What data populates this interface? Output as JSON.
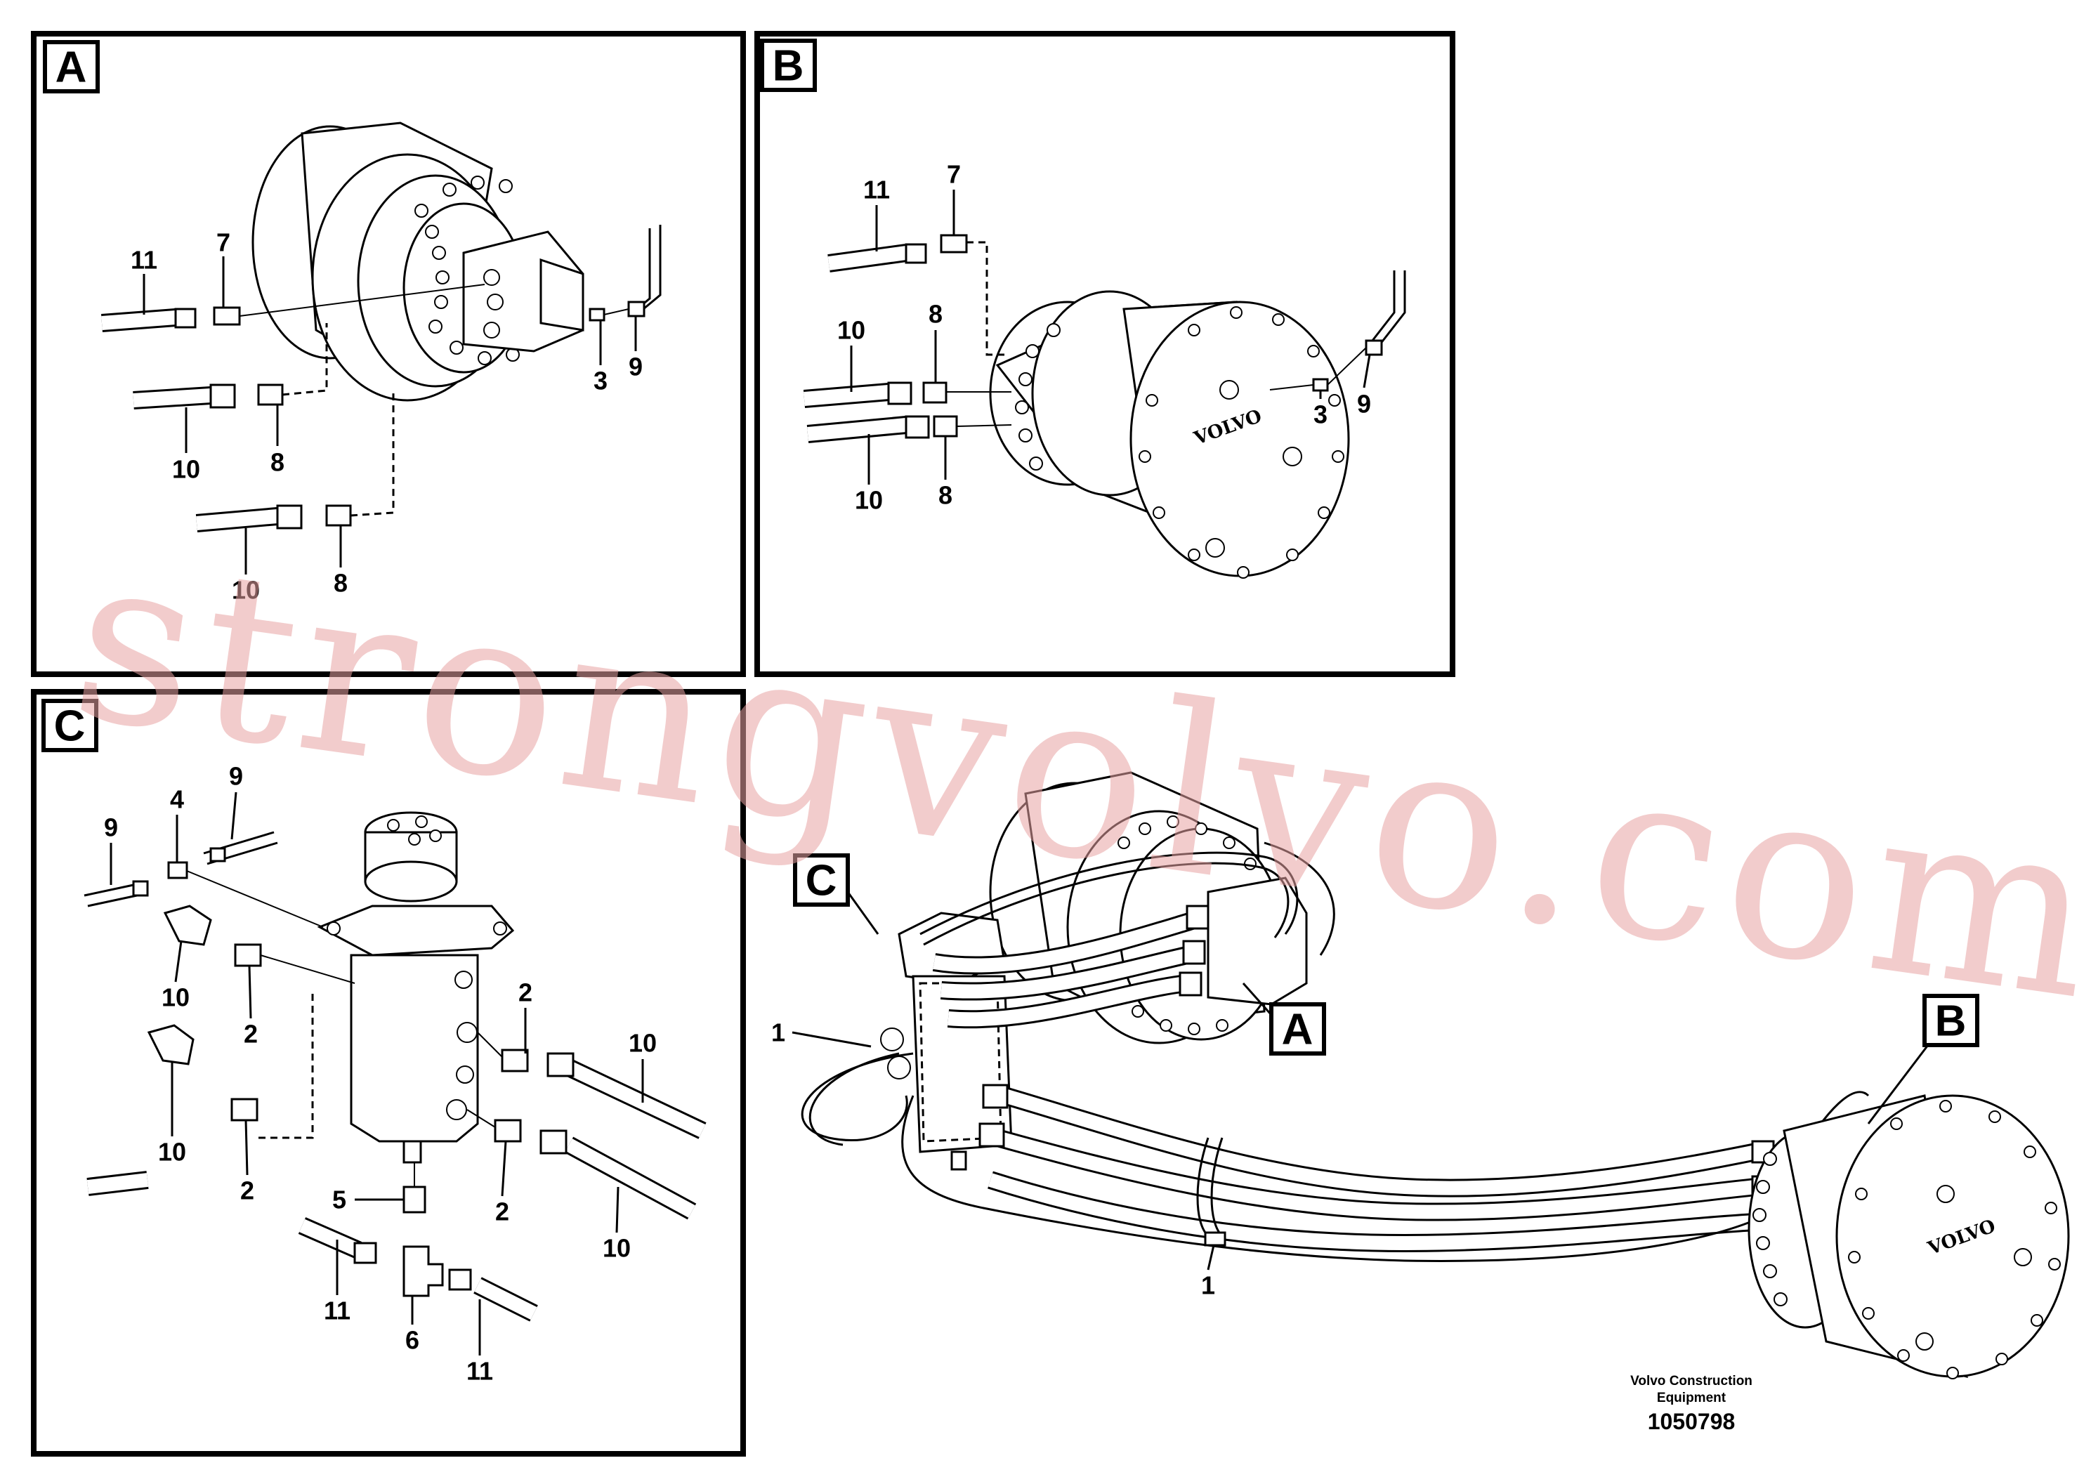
{
  "panels": {
    "a": {
      "label": "A",
      "callouts": [
        "11",
        "7",
        "10",
        "8",
        "10",
        "8",
        "3",
        "9"
      ]
    },
    "b": {
      "label": "B",
      "callouts": [
        "11",
        "7",
        "10",
        "8",
        "10",
        "8",
        "3",
        "9"
      ],
      "brand": "VOLVO"
    },
    "c": {
      "label": "C",
      "callouts": [
        "9",
        "4",
        "9",
        "10",
        "2",
        "10",
        "2",
        "2",
        "10",
        "2",
        "10",
        "5",
        "11",
        "6",
        "11"
      ]
    }
  },
  "overview": {
    "labels": [
      "C",
      "A",
      "B"
    ],
    "callouts": [
      "1",
      "1"
    ],
    "brand": "VOLVO"
  },
  "footer": {
    "line1": "Volvo Construction",
    "line2": "Equipment",
    "part_number": "1050798"
  },
  "watermark": "strongvolvo.com"
}
